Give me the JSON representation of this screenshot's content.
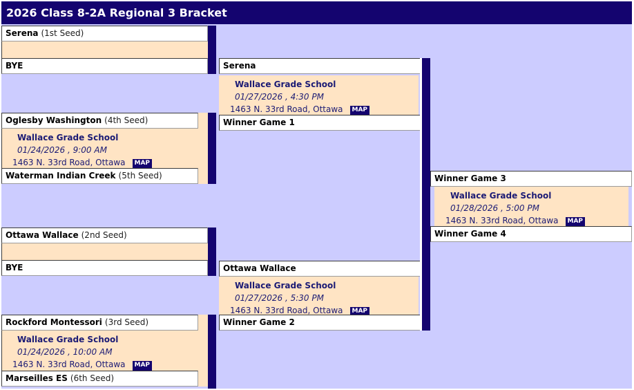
{
  "title": "2026 Class 8-2A Regional 3 Bracket",
  "colors": {
    "navy": "#14046F",
    "lavender": "#CCCCFF",
    "peach": "#FFE4C4",
    "row_white": "#FFFFFF"
  },
  "round1": {
    "m1": {
      "top_name": "Serena",
      "top_seed": "(1st Seed)",
      "bottom_name": "BYE",
      "bottom_seed": ""
    },
    "m2": {
      "top_name": "Oglesby Washington",
      "top_seed": "(4th Seed)",
      "bottom_name": "Waterman Indian Creek",
      "bottom_seed": "(5th Seed)",
      "game": {
        "venue": "Wallace Grade School",
        "datetime": "01/24/2026 , 9:00 AM",
        "address": "1463 N. 33rd Road, Ottawa",
        "map_label": "MAP"
      }
    },
    "m3": {
      "top_name": "Ottawa Wallace",
      "top_seed": "(2nd Seed)",
      "bottom_name": "BYE",
      "bottom_seed": ""
    },
    "m4": {
      "top_name": "Rockford Montessori",
      "top_seed": "(3rd Seed)",
      "bottom_name": "Marseilles ES",
      "bottom_seed": "(6th Seed)",
      "game": {
        "venue": "Wallace Grade School",
        "datetime": "01/24/2026 , 10:00 AM",
        "address": "1463 N. 33rd Road, Ottawa",
        "map_label": "MAP"
      }
    }
  },
  "round2": {
    "m1": {
      "top_name": "Serena",
      "bottom_name": "Winner Game 1",
      "game": {
        "venue": "Wallace Grade School",
        "datetime": "01/27/2026 , 4:30 PM",
        "address": "1463 N. 33rd Road, Ottawa",
        "map_label": "MAP"
      }
    },
    "m2": {
      "top_name": "Ottawa Wallace",
      "bottom_name": "Winner Game 2",
      "game": {
        "venue": "Wallace Grade School",
        "datetime": "01/27/2026 , 5:30 PM",
        "address": "1463 N. 33rd Road, Ottawa",
        "map_label": "MAP"
      }
    }
  },
  "round3": {
    "m1": {
      "top_name": "Winner Game 3",
      "bottom_name": "Winner Game 4",
      "game": {
        "venue": "Wallace Grade School",
        "datetime": "01/28/2026 , 5:00 PM",
        "address": "1463 N. 33rd Road, Ottawa",
        "map_label": "MAP"
      }
    }
  }
}
